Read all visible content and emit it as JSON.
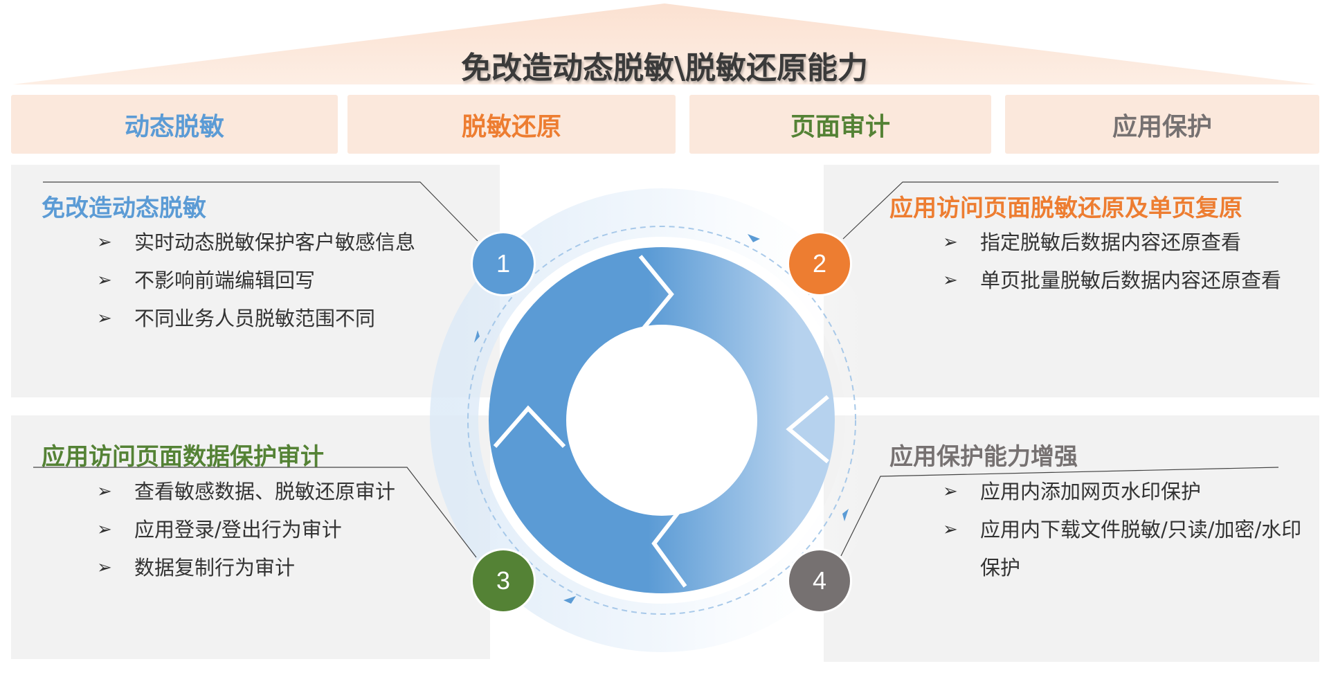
{
  "title": "免改造动态脱敏\\脱敏还原能力",
  "tabs": [
    {
      "label": "动态脱敏",
      "color": "#5b9bd5"
    },
    {
      "label": "脱敏还原",
      "color": "#ed7d31"
    },
    {
      "label": "页面审计",
      "color": "#548235"
    },
    {
      "label": "应用保护",
      "color": "#767171"
    }
  ],
  "steps": [
    {
      "number": "1",
      "color": "#5b9bd5",
      "heading": "免改造动态脱敏",
      "heading_color": "#5b9bd5",
      "bullets": [
        "实时动态脱敏保护客户敏感信息",
        "不影响前端编辑回写",
        "不同业务人员脱敏范围不同"
      ]
    },
    {
      "number": "2",
      "color": "#ed7d31",
      "heading": "应用访问页面脱敏还原及单页复原",
      "heading_color": "#ed7d31",
      "bullets": [
        "指定脱敏后数据内容还原查看",
        "单页批量脱敏后数据内容还原查看"
      ]
    },
    {
      "number": "3",
      "color": "#548235",
      "heading": "应用访问页面数据保护审计",
      "heading_color": "#548235",
      "bullets": [
        "查看敏感数据、脱敏还原审计",
        "应用登录/登出行为审计",
        "数据复制行为审计"
      ]
    },
    {
      "number": "4",
      "color": "#767171",
      "heading": "应用保护能力增强",
      "heading_color": "#767171",
      "bullets": [
        "应用内添加网页水印保护",
        "应用内下载文件脱敏/只读/加密/水印保护"
      ]
    }
  ],
  "icons": {
    "bullet": "arrowhead-bullet-icon"
  }
}
